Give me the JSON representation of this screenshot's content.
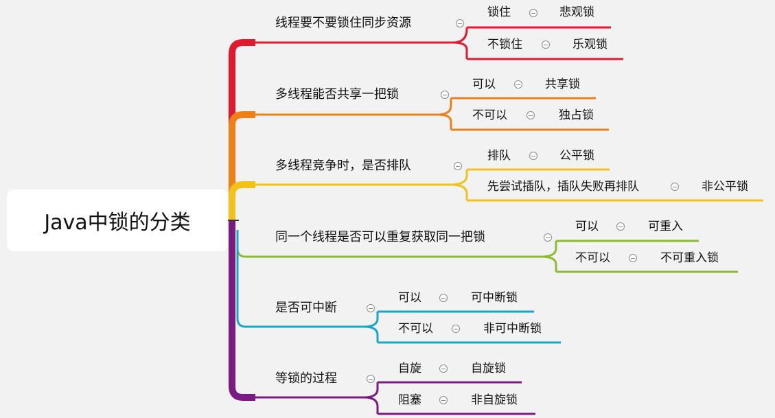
{
  "root": {
    "label": "Java中锁的分类"
  },
  "branches": [
    {
      "label": "线程要不要锁住同步资源",
      "color": "#e01b2f",
      "children": [
        {
          "label": "锁住",
          "leaf": "悲观锁"
        },
        {
          "label": "不锁住",
          "leaf": "乐观锁"
        }
      ]
    },
    {
      "label": "多线程能否共享一把锁",
      "color": "#ee8018",
      "children": [
        {
          "label": "可以",
          "leaf": "共享锁"
        },
        {
          "label": "不可以",
          "leaf": "独占锁"
        }
      ]
    },
    {
      "label": "多线程竞争时，是否排队",
      "color": "#f2c21a",
      "children": [
        {
          "label": "排队",
          "leaf": "公平锁"
        },
        {
          "label": "先尝试插队，插队失败再排队",
          "leaf": "非公平锁"
        }
      ]
    },
    {
      "label": "同一个线程是否可以重复获取同一把锁",
      "color": "#8cbb34",
      "children": [
        {
          "label": "可以",
          "leaf": "可重入"
        },
        {
          "label": "不可以",
          "leaf": "不可重入锁"
        }
      ]
    },
    {
      "label": "是否可中断",
      "color": "#14a7cb",
      "children": [
        {
          "label": "可以",
          "leaf": "可中断锁"
        },
        {
          "label": "不可以",
          "leaf": "非可中断锁"
        }
      ]
    },
    {
      "label": "等锁的过程",
      "color": "#7b1a82",
      "children": [
        {
          "label": "自旋",
          "leaf": "自旋锁"
        },
        {
          "label": "阻塞",
          "leaf": "非自旋锁"
        }
      ]
    }
  ]
}
